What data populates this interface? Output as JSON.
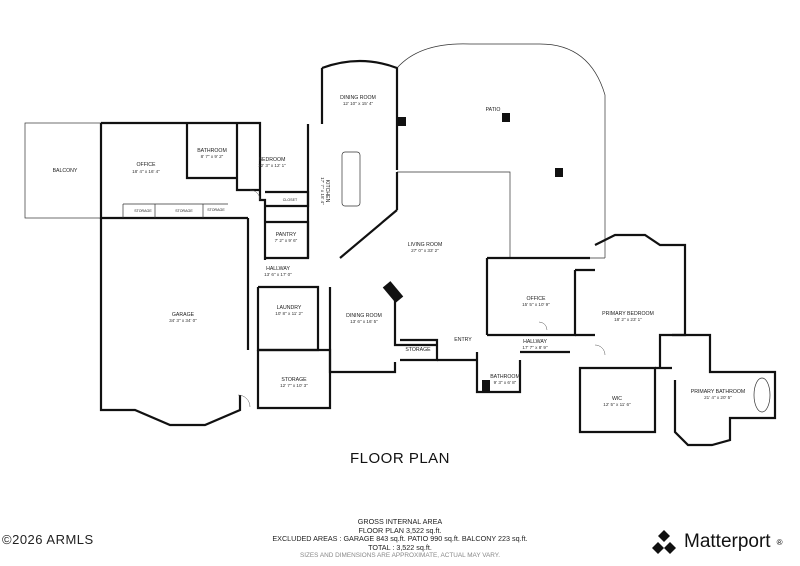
{
  "rooms": [
    {
      "name": "BALCONY",
      "dims": ""
    },
    {
      "name": "OFFICE",
      "dims": "18' 4\" x 16' 4\""
    },
    {
      "name": "BATHROOM",
      "dims": "8' 7\" x 9' 2\""
    },
    {
      "name": "BEDROOM",
      "dims": "12' 3\" x 12' 1\""
    },
    {
      "name": "DINING ROOM",
      "dims": "12' 10\" x 15' 4\""
    },
    {
      "name": "PATIO",
      "dims": ""
    },
    {
      "name": "KITCHEN",
      "dims": "17' 7\" x 18' 4\""
    },
    {
      "name": "CLOSET",
      "dims": ""
    },
    {
      "name": "STORAGE",
      "dims": ""
    },
    {
      "name": "PANTRY",
      "dims": "7' 2\" x 9' 6\""
    },
    {
      "name": "HALLWAY",
      "dims": "13' 6\" x 17' 0\""
    },
    {
      "name": "LIVING ROOM",
      "dims": "27' 0\" x 33' 2\""
    },
    {
      "name": "GARAGE",
      "dims": "34' 3\" x 34' 0\""
    },
    {
      "name": "LAUNDRY",
      "dims": "10' 8\" x 11' 2\""
    },
    {
      "name": "DINING ROOM",
      "dims": "13' 6\" x 16' 5\""
    },
    {
      "name": "OFFICE",
      "dims": "15' 5\" x 10' 9\""
    },
    {
      "name": "PRIMARY BEDROOM",
      "dims": "18' 2\" x 23' 1\""
    },
    {
      "name": "STORAGE",
      "dims": "12' 7\" x 10' 3\""
    },
    {
      "name": "STORAGE",
      "dims": ""
    },
    {
      "name": "ENTRY",
      "dims": ""
    },
    {
      "name": "HALLWAY",
      "dims": "17' 7\" x 8' 9\""
    },
    {
      "name": "BATHROOM",
      "dims": "9' 3\" x 6' 8\""
    },
    {
      "name": "WIC",
      "dims": "12' 5\" x 11' 6\""
    },
    {
      "name": "PRIMARY BATHROOM",
      "dims": "21' 4\" x 20' 5\""
    },
    {
      "name": "STORAGE",
      "dims": ""
    },
    {
      "name": "STORAGE",
      "dims": ""
    }
  ],
  "title": "FLOOR PLAN",
  "footer": {
    "heading": "GROSS INTERNAL AREA",
    "floor_plan": "FLOOR PLAN 3,522 sq.ft.",
    "excluded": "EXCLUDED AREAS :  GARAGE 843 sq.ft.   PATIO 990 sq.ft.   BALCONY 223 sq.ft.",
    "total": "TOTAL :  3,522 sq.ft.",
    "note": "SIZES AND DIMENSIONS ARE APPROXIMATE, ACTUAL MAY VARY."
  },
  "copyright": "2026 ARMLS",
  "brand": {
    "name": "Matterport",
    "mark": "®",
    "logo_icon": "matterport-logo-icon"
  },
  "colors": {
    "walls": "#111111",
    "background": "#ffffff"
  }
}
